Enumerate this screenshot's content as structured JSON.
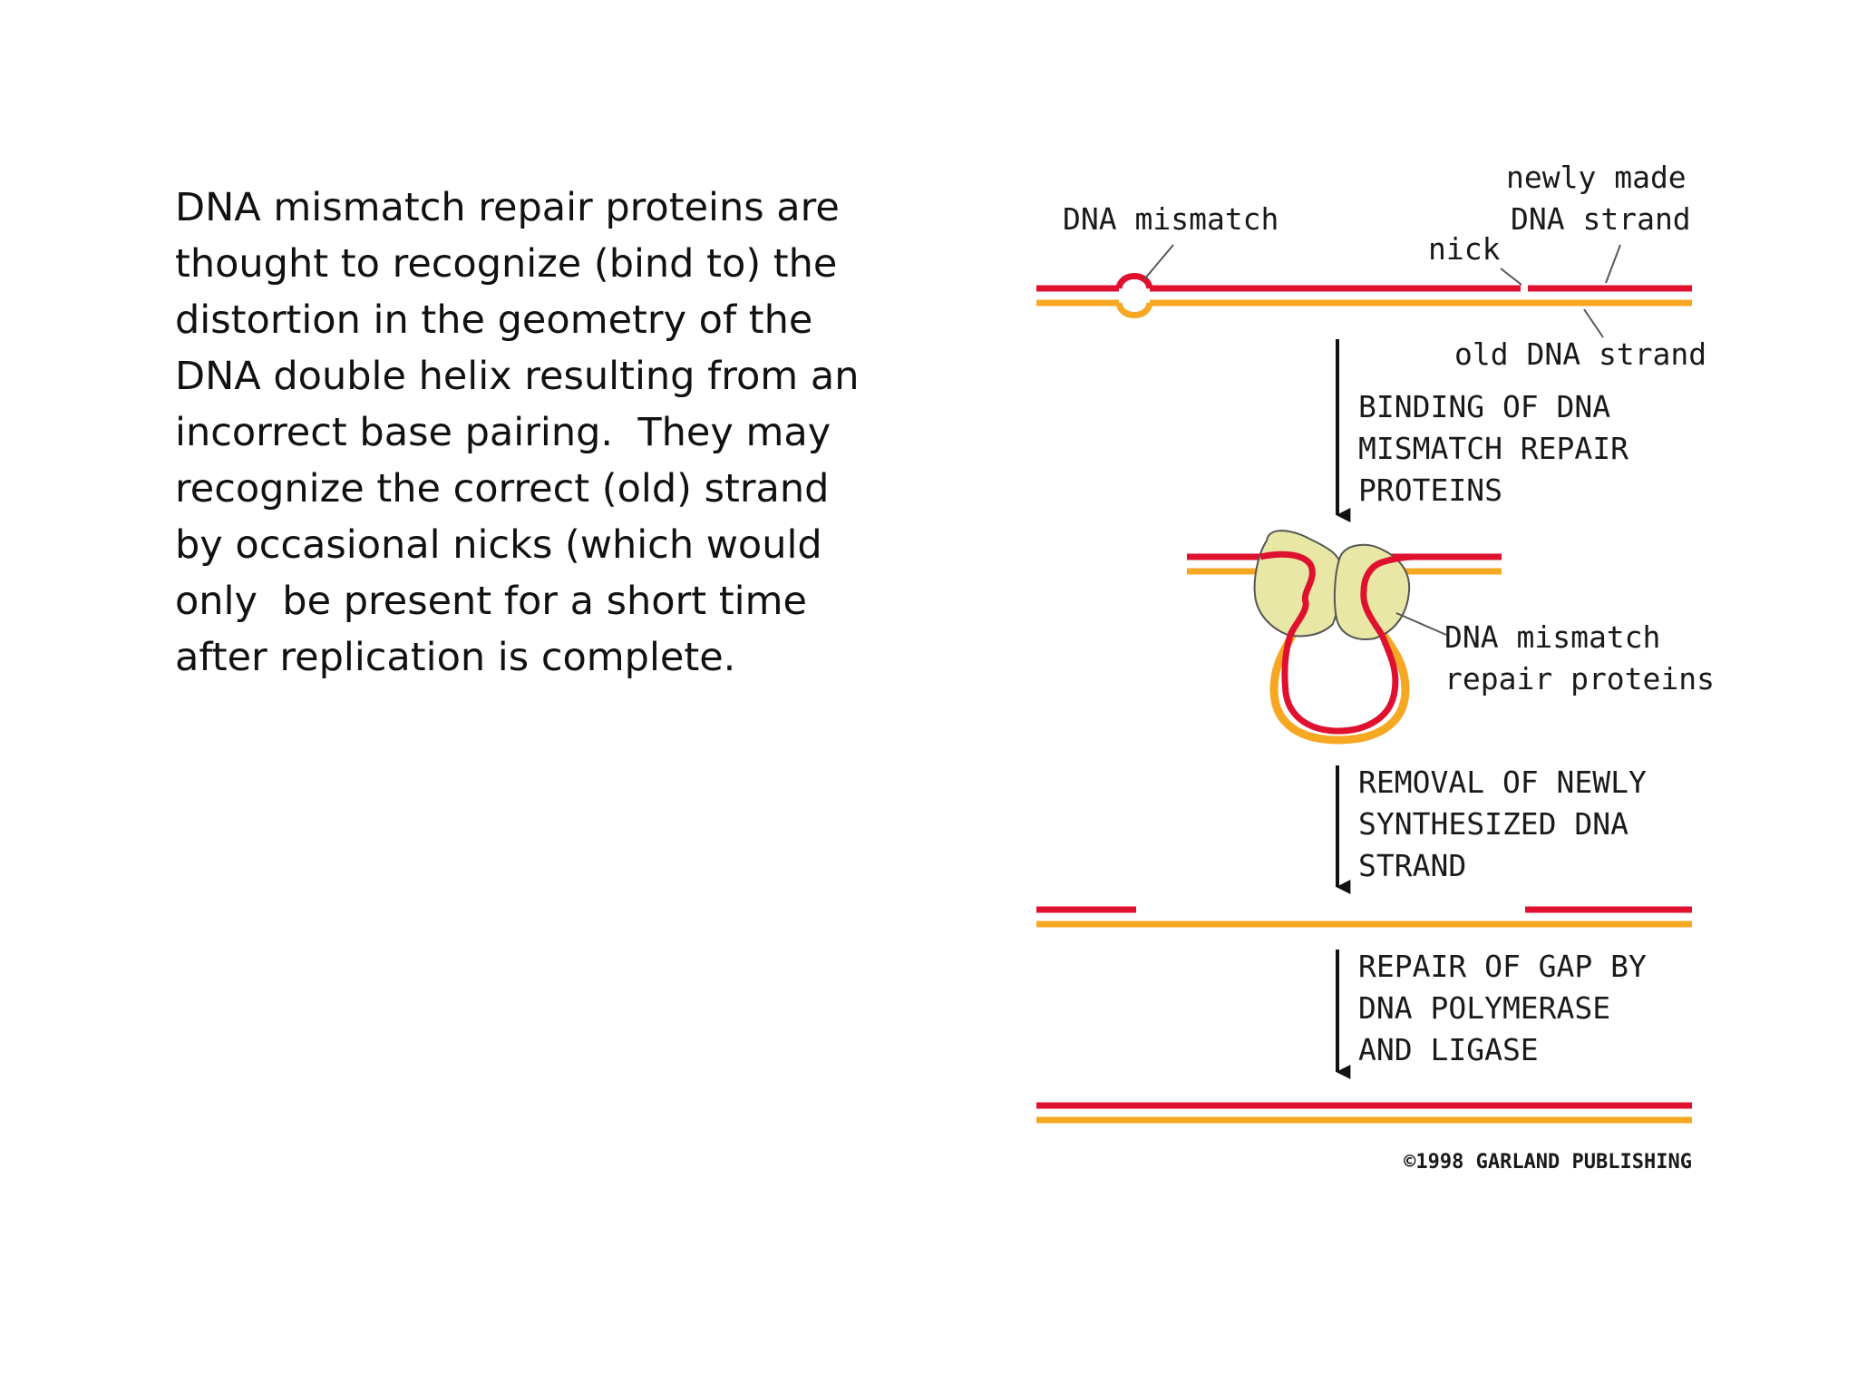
{
  "paragraph_lines": [
    "DNA mismatch repair proteins are",
    "thought to recognize (bind to) the",
    "distortion in the geometry of the",
    "DNA double helix resulting from an",
    "incorrect base pairing.  They may",
    "recognize the correct (old) strand",
    "by occasional nicks (which would",
    "only  be present for a short time",
    "after replication is complete."
  ],
  "diagram": {
    "labels": {
      "dna_mismatch": "DNA mismatch",
      "newly_made_1": "newly made",
      "newly_made_2": "DNA strand",
      "nick": "nick",
      "old_strand": "old DNA strand",
      "step1_1": "BINDING OF DNA",
      "step1_2": "MISMATCH REPAIR",
      "step1_3": "PROTEINS",
      "proteins_1": "DNA mismatch",
      "proteins_2": "repair proteins",
      "step2_1": "REMOVAL OF NEWLY",
      "step2_2": "SYNTHESIZED DNA",
      "step2_3": "STRAND",
      "step3_1": "REPAIR OF GAP BY",
      "step3_2": "DNA POLYMERASE",
      "step3_3": "AND LIGASE",
      "copyright": "©1998 GARLAND PUBLISHING"
    },
    "colors": {
      "new_strand": "#e0102f",
      "old_strand": "#f7a823",
      "protein_fill": "#e8e7a6",
      "protein_outline": "#555555",
      "arrow": "#111111",
      "text": "#1a1a1a"
    }
  }
}
